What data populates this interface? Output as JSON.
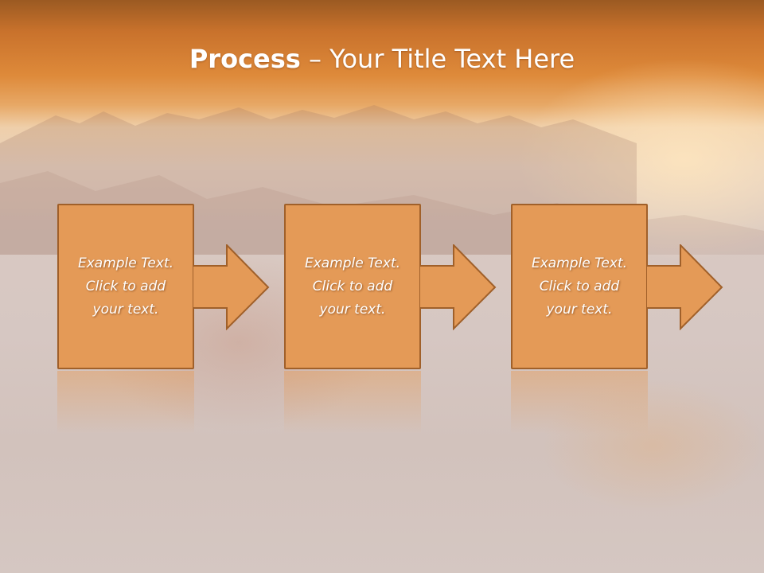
{
  "slide": {
    "title_bold": "Process",
    "title_rest": " – Your Title Text Here",
    "steps": [
      {
        "text": "Example Text.\nClick  to add\nyour text."
      },
      {
        "text": "Example Text.\nClick  to add\nyour text."
      },
      {
        "text": "Example Text.\nClick  to add\nyour text."
      }
    ]
  },
  "colors": {
    "step_fill": "#e49a57",
    "step_border": "#a0602a",
    "title_text": "#ffffff"
  }
}
